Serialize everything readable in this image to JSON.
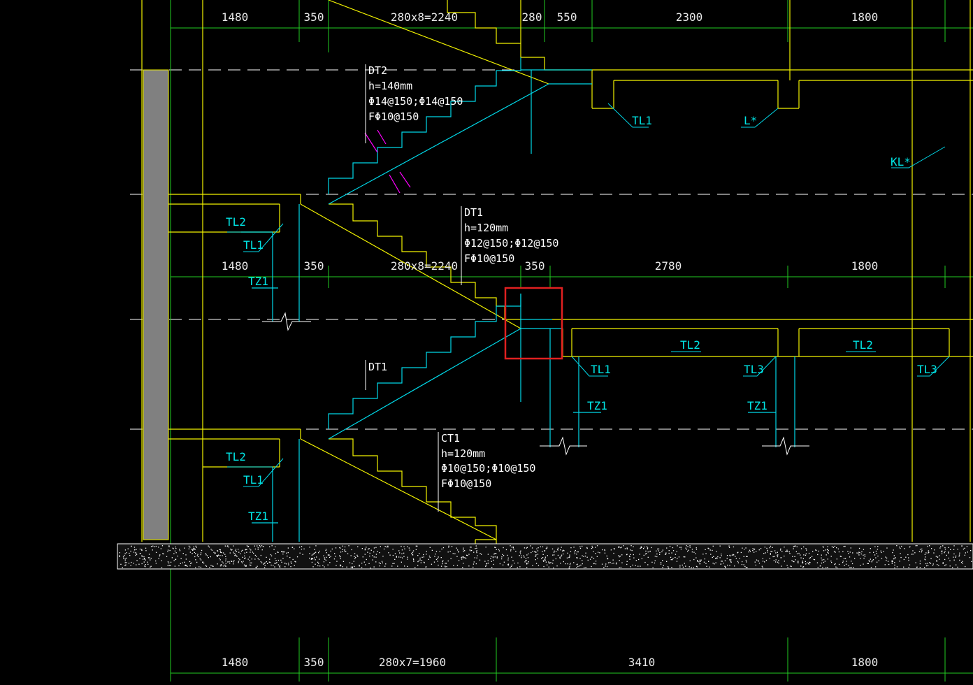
{
  "colors": {
    "background": "#000000",
    "axis_lines": "#f2f200",
    "stair_lines": "#00d8e8",
    "dimension_lines": "#22cc22",
    "center_lines": "#ffffff",
    "break_marks": "#ff00ff",
    "highlight": "#e02020",
    "wall_fill": "#808080"
  },
  "dimensions": {
    "top": [
      "1480",
      "350",
      "280x8=2240",
      "280",
      "550",
      "2300",
      "1800"
    ],
    "middle": [
      "1480",
      "350",
      "280x8=2240",
      "350",
      "2780",
      "1800"
    ],
    "bottom": [
      "1480",
      "350",
      "280x7=1960",
      "3410",
      "1800"
    ]
  },
  "labels": {
    "tl1": "TL1",
    "tl2": "TL2",
    "tl3": "TL3",
    "tz1": "TZ1",
    "l_star": "L*",
    "kl_star": "KL*",
    "dt1": "DT1"
  },
  "notes": {
    "dt2": [
      "DT2",
      "h=140mm",
      "Φ14@150;Φ14@150",
      "FΦ10@150"
    ],
    "dt1": [
      "DT1",
      "h=120mm",
      "Φ12@150;Φ12@150",
      "FΦ10@150"
    ],
    "ct1": [
      "CT1",
      "h=120mm",
      "Φ10@150;Φ10@150",
      "FΦ10@150"
    ]
  }
}
